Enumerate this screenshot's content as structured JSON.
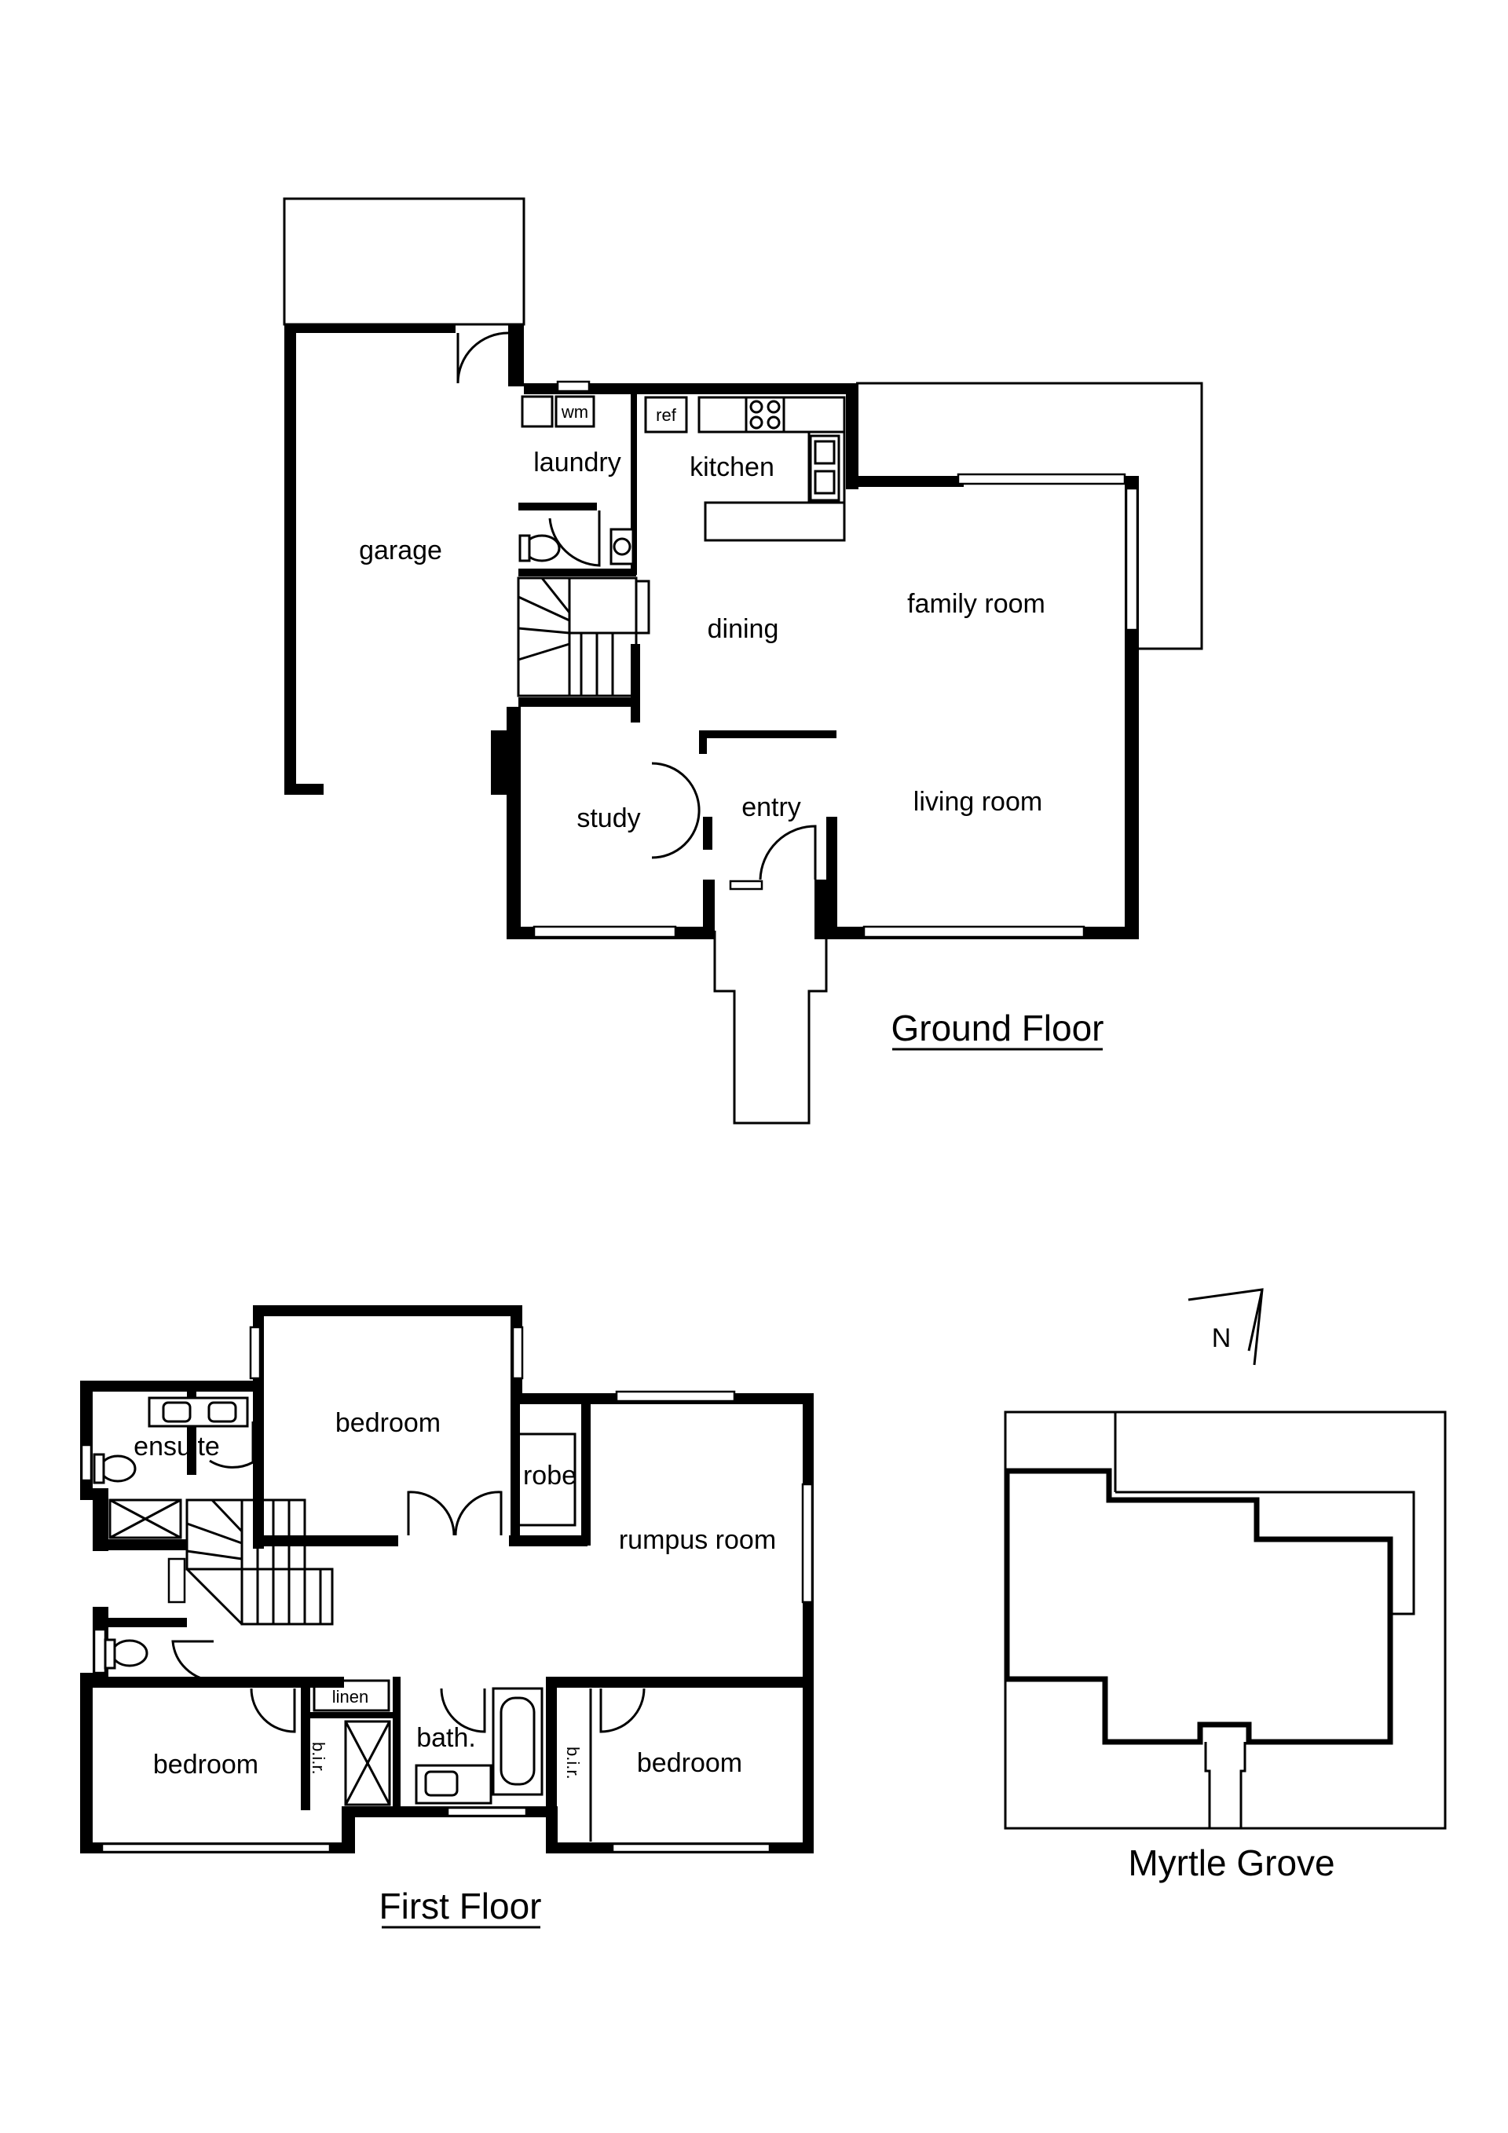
{
  "ground_floor": {
    "title": "Ground Floor",
    "rooms": {
      "garage": "garage",
      "laundry": "laundry",
      "kitchen": "kitchen",
      "dining": "dining",
      "family": "family room",
      "living": "living room",
      "study": "study",
      "entry": "entry"
    },
    "fixtures": {
      "washing_machine": "wm",
      "refrigerator": "ref"
    }
  },
  "first_floor": {
    "title": "First Floor",
    "rooms": {
      "bedroom_top": "bedroom",
      "ensuite": "ensuite",
      "robe": "robe",
      "rumpus": "rumpus room",
      "bedroom_left": "bedroom",
      "bedroom_right": "bedroom",
      "linen": "linen",
      "bath": "bath.",
      "bir_left": "b.i.r.",
      "bir_right": "b.i.r."
    }
  },
  "site": {
    "street": "Myrtle Grove",
    "north": "N"
  }
}
